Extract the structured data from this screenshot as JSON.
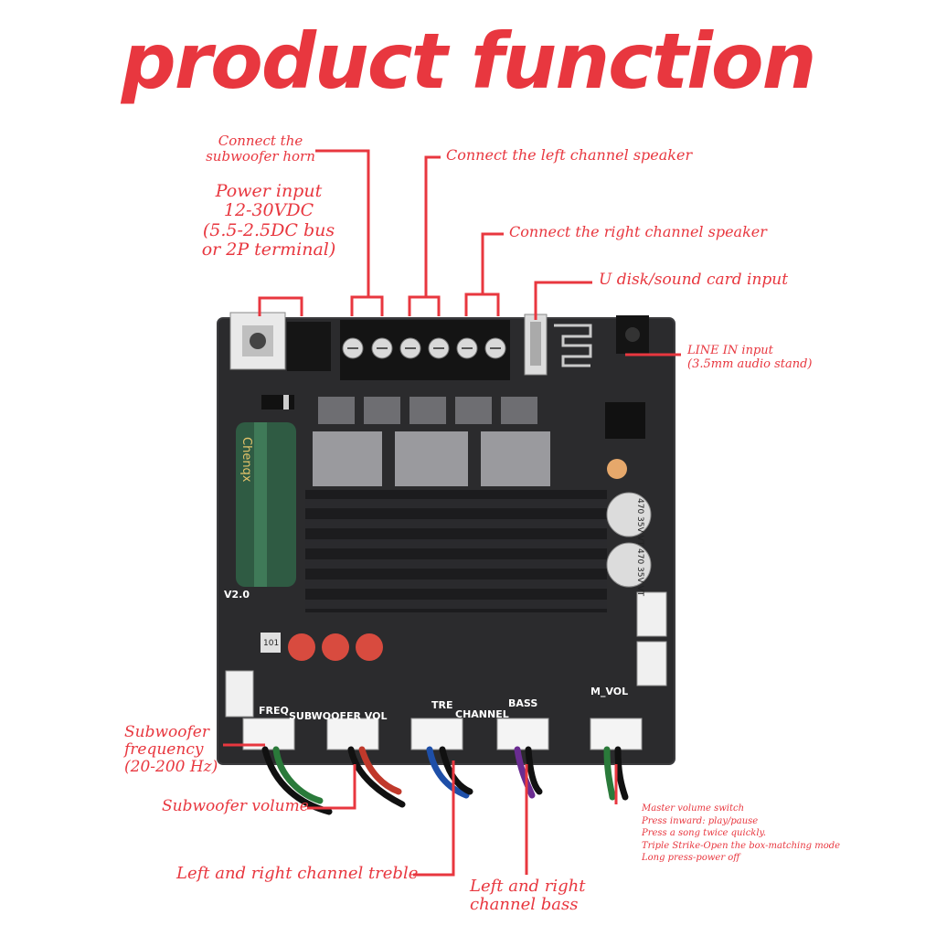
{
  "title": "product function",
  "labels": {
    "subwoofer_horn": [
      "Connect the",
      "subwoofer horn"
    ],
    "power_input": [
      "Power input",
      "12-30VDC",
      "(5.5-2.5DC bus",
      "or 2P terminal)"
    ],
    "left_speaker": "Connect the left channel speaker",
    "right_speaker": "Connect the right channel speaker",
    "udisk": "U disk/sound card input",
    "line_in": [
      "LINE IN input",
      "(3.5mm audio stand)"
    ],
    "sub_freq": [
      "Subwoofer",
      "frequency",
      "(20-200 Hz)"
    ],
    "sub_vol": "Subwoofer volume",
    "treble": "Left and right channel treble",
    "bass": [
      "Left and right",
      "channel bass"
    ],
    "master": [
      "Master volume switch",
      "Press inward: play/pause",
      "Press a song twice quickly.",
      "Triple Strike-Open the box-matching mode",
      "Long press-power off"
    ]
  },
  "board": {
    "silkscreen": {
      "freq": "FREQ",
      "subwoofer_vol": "SUBWOOFER VOL",
      "tre": "TRE",
      "channel": "CHANNEL",
      "bass": "BASS",
      "m_vol": "M_VOL",
      "version": "V2.0",
      "cap_text": "Chenqx",
      "cap1": "470 35V VT",
      "cap2": "470 35V VT",
      "inductor": "101"
    }
  },
  "colors": {
    "accent": "#e8373f",
    "board": "#2b2b2d",
    "heatsink": "#1c1c1e",
    "capacitor": "#2f5b43"
  }
}
